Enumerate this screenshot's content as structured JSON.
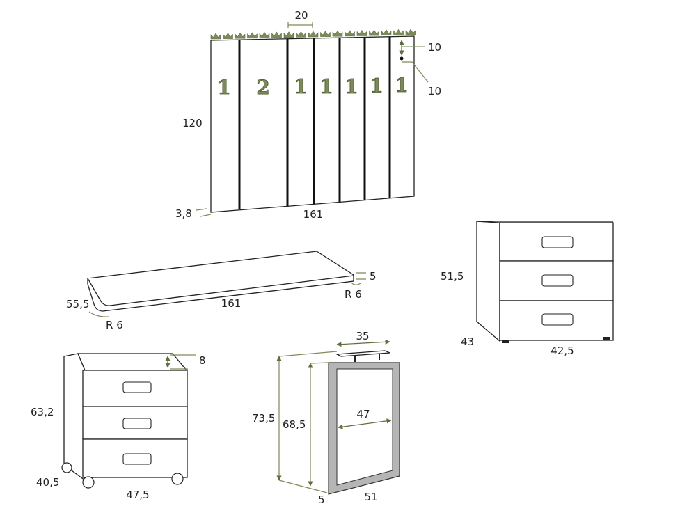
{
  "colors": {
    "line": "#222222",
    "dimension": "#7d8a5a",
    "accent": "#5f6e3f",
    "metal": "#9a9a9a"
  },
  "headboard": {
    "width": "161",
    "height": "120",
    "thickness": "3,8",
    "crown_spacing": "20",
    "hole_offset_top": "10",
    "hole_offset_side": "10",
    "panel_widths": [
      "1",
      "2",
      "1",
      "1",
      "1",
      "1",
      "1"
    ]
  },
  "desk_top": {
    "length": "161",
    "depth": "55,5",
    "thickness": "5",
    "radius_left": "R 6",
    "radius_right": "R 6"
  },
  "chest": {
    "height": "51,5",
    "depth": "43",
    "width": "42,5"
  },
  "pedestal": {
    "height": "63,2",
    "depth": "40,5",
    "width": "47,5",
    "top_gap": "8"
  },
  "leg": {
    "top_width": "35",
    "total_height": "73,5",
    "frame_height": "68,5",
    "inner_width": "47",
    "bar_width": "5",
    "depth": "51"
  }
}
